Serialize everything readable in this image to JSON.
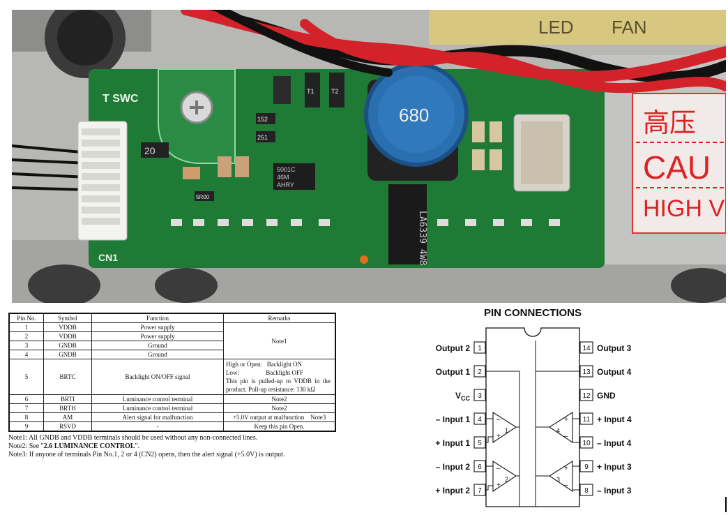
{
  "photo": {
    "labels": {
      "cert": "T SWC",
      "connector": "CN1",
      "inductor": "680",
      "chip": "LA6339\n4W8",
      "ic_top": "5001C",
      "ic_mid": "46M",
      "ic_bot": "AHRY",
      "res1": "152",
      "res2": "251",
      "res3": "20",
      "res4": "5R00",
      "t1": "T1",
      "t2": "T2",
      "side_led": "LED",
      "side_fan": "FAN",
      "warn_cn": "高压",
      "warn_cau": "CAU",
      "warn_high": "HIGH V"
    },
    "colors": {
      "pcb": "#1f7a36",
      "wire_red": "#d4222b",
      "wire_black": "#111111",
      "inductor": "#2a6fb0"
    }
  },
  "pin_table": {
    "headers": [
      "Pin No.",
      "Symbol",
      "Function",
      "Remarks"
    ],
    "rows": [
      {
        "pin": "1",
        "symbol": "VDDB",
        "function": "Power supply"
      },
      {
        "pin": "2",
        "symbol": "VDDB",
        "function": "Power supply"
      },
      {
        "pin": "3",
        "symbol": "GNDB",
        "function": "Ground"
      },
      {
        "pin": "4",
        "symbol": "GNDB",
        "function": "Ground"
      },
      {
        "pin": "5",
        "symbol": "BRTC",
        "function": "Backlight ON/OFF signal"
      },
      {
        "pin": "6",
        "symbol": "BRTI",
        "function": "Luminance control terminal",
        "remark": "Note2"
      },
      {
        "pin": "7",
        "symbol": "BRTH",
        "function": "Luminance control terminal",
        "remark": "Note2"
      },
      {
        "pin": "8",
        "symbol": "AM",
        "function": "Alert signal for malfunction",
        "remark": "+5.0V output at malfunction    Note3"
      },
      {
        "pin": "9",
        "symbol": "RSVD",
        "function": "-",
        "remark": "Keep this pin Open."
      }
    ],
    "remark_1_4": "Note1",
    "remark_5": {
      "line1": "High or Open:   Backlight ON",
      "line2": "Low:                 Backlight OFF",
      "line3": "This  pin  is  pulled-up  to  VDDB  in  the",
      "line4": "product. Pull-up resistance: 130 kΩ"
    }
  },
  "notes": {
    "note1": "Note1:  All GNDB and VDDB terminals should be used without any non-connected lines.",
    "note2_prefix": "Note2:  See \"",
    "note2_bold": "2.6 LUMINANCE CONTROL",
    "note2_suffix": "\".",
    "note3": "Note3:  If anyone of terminals Pin No.1, 2 or 4 (CN2) opens, then the alert signal (+5.0V) is output."
  },
  "pinout": {
    "title": "PIN CONNECTIONS",
    "left_pins": [
      {
        "num": "1",
        "label": "Output 2"
      },
      {
        "num": "2",
        "label": "Output 1"
      },
      {
        "num": "3",
        "label": "VCC"
      },
      {
        "num": "4",
        "label": "– Input 1"
      },
      {
        "num": "5",
        "label": "+ Input 1"
      },
      {
        "num": "6",
        "label": "– Input 2"
      },
      {
        "num": "7",
        "label": "+ Input 2"
      }
    ],
    "right_pins": [
      {
        "num": "14",
        "label": "Output 3"
      },
      {
        "num": "13",
        "label": "Output 4"
      },
      {
        "num": "12",
        "label": "GND"
      },
      {
        "num": "11",
        "label": "+ Input 4"
      },
      {
        "num": "10",
        "label": "– Input 4"
      },
      {
        "num": "9",
        "label": "+ Input 3"
      },
      {
        "num": "8",
        "label": "– Input 3"
      }
    ],
    "amp_numbers": [
      "1",
      "2",
      "3",
      "4"
    ]
  }
}
